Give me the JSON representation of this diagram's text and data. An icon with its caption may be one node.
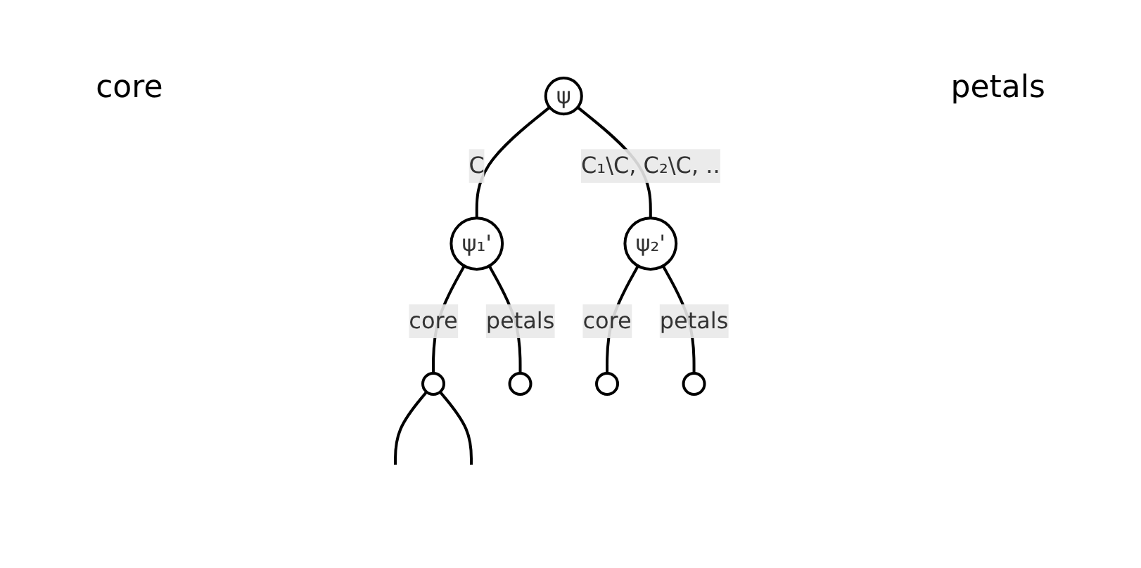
{
  "diagram": {
    "nodes": [
      {
        "text": [
          "ψ"
        ]
      },
      {
        "text": [
          "ψ₁'"
        ]
      },
      {
        "text": [
          "ψ₂'"
        ]
      },
      {
        "text": [],
        "shape": "circle"
      },
      {
        "text": [],
        "shape": "circle"
      },
      {
        "text": [],
        "shape": "circle"
      },
      {
        "text": [],
        "shape": "circle"
      }
    ],
    "edges": [
      {
        "from": 0,
        "to": 1,
        "arrow": "none",
        "label": "C"
      },
      {
        "from": 0,
        "to": 2,
        "arrow": "none",
        "label": "C₁\\C, C₂\\C, .."
      },
      {
        "from": 1,
        "to": 3,
        "arrow": "none",
        "label": "core"
      },
      {
        "from": 1,
        "to": 4,
        "arrow": "none",
        "label": "petals"
      },
      {
        "from": 2,
        "to": 5,
        "arrow": "none",
        "label": "core"
      },
      {
        "from": 2,
        "to": 6,
        "arrow": "none",
        "label": "petals"
      },
      {
        "from": 3,
        "to": null,
        "arrow": "none"
      },
      {
        "from": 3,
        "to": null,
        "arrow": "none"
      }
    ],
    "labels": [
      "core",
      "petals"
    ]
  }
}
